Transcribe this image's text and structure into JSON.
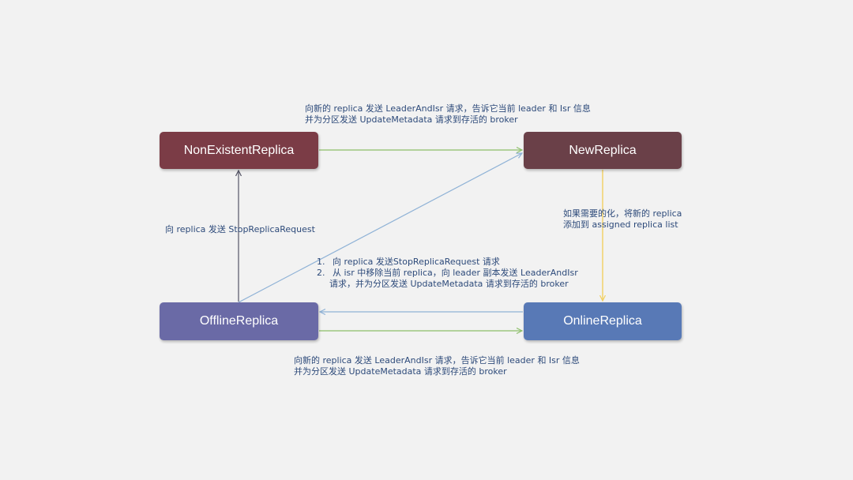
{
  "nodes": {
    "nonexistent": "NonExistentReplica",
    "new": "NewReplica",
    "offline": "OfflineReplica",
    "online": "OnlineReplica"
  },
  "labels": {
    "nonexistent_to_new": {
      "line1": "向新的 replica 发送 LeaderAndIsr 请求，告诉它当前 leader 和 Isr 信息",
      "line2": "并为分区发送 UpdateMetadata 请求到存活的 broker"
    },
    "offline_to_nonexistent": "向 replica 发送 StopReplicaRequest",
    "new_to_online": {
      "line1": "如果需要的化，将新的 replica",
      "line2": "添加到 assigned replica list"
    },
    "online_to_offline": {
      "item1_num": "1.",
      "item1": "向 replica 发送StopReplicaRequest 请求",
      "item2_num": "2.",
      "item2": "从 isr 中移除当前 replica，向 leader 副本发送 LeaderAndIsr",
      "item2_cont": "请求，并为分区发送 UpdateMetadata 请求到存活的 broker"
    },
    "offline_to_online": {
      "line1": "向新的 replica 发送 LeaderAndIsr 请求，告诉它当前 leader 和 Isr 信息",
      "line2": "并为分区发送 UpdateMetadata 请求到存活的 broker"
    }
  },
  "colors": {
    "background": "#f2f2f2",
    "nonexistent_fill": "#7b3c46",
    "new_fill": "#6a4048",
    "offline_fill": "#6a6aa6",
    "online_fill": "#5879b6",
    "green_edge": "#8dbf6a",
    "blue_edge": "#8fb2d6",
    "gray_edge": "#555566",
    "yellow_edge": "#f2d060",
    "label_text": "#2d4a7a"
  }
}
